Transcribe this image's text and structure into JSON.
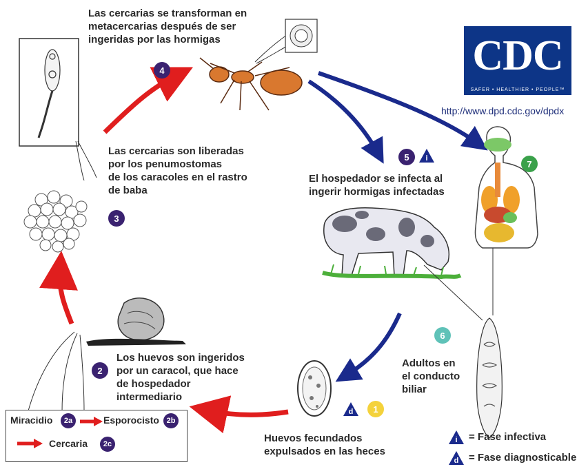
{
  "logo": {
    "text": "CDC",
    "tagline": "SAFER • HEALTHIER • PEOPLE™",
    "url": "http://www.dpd.cdc.gov/dpdx"
  },
  "steps": {
    "s1": {
      "num": "1",
      "text": "Huevos fecundados\nexpulsados en las heces"
    },
    "s2": {
      "num": "2",
      "text": "Los huevos son ingeridos\npor un caracol, que hace\nde hospedador\nintermediario"
    },
    "s3": {
      "num": "3",
      "text": "Las cercarias son liberadas\npor los penumostomas\nde los caracoles en el rastro\nde baba"
    },
    "s4": {
      "num": "4",
      "text": "Las cercarias se transforman en\nmetacercarias después de ser\ningeridas por las hormigas"
    },
    "s5": {
      "num": "5",
      "text": "El hospedador se infecta al\ningerir hormigas infectadas"
    },
    "s6": {
      "num": "6",
      "text": "Adultos en\nel conducto\nbiliar"
    },
    "s7": {
      "num": "7"
    }
  },
  "snail_stages": {
    "miracidio": "Miracidio",
    "esporocisto": "Esporocisto",
    "cercaria": "Cercaria",
    "b2a": "2a",
    "b2b": "2b",
    "b2c": "2c"
  },
  "legend": {
    "infective_symbol": "i",
    "infective_label": "= Fase infectiva",
    "diagnostic_symbol": "d",
    "diagnostic_label": "= Fase diagnosticable"
  },
  "colors": {
    "cdc_blue": "#0d3587",
    "step_purple": "#3a2270",
    "arrow_red": "#e01e1e",
    "arrow_blue": "#1a2a8c"
  }
}
